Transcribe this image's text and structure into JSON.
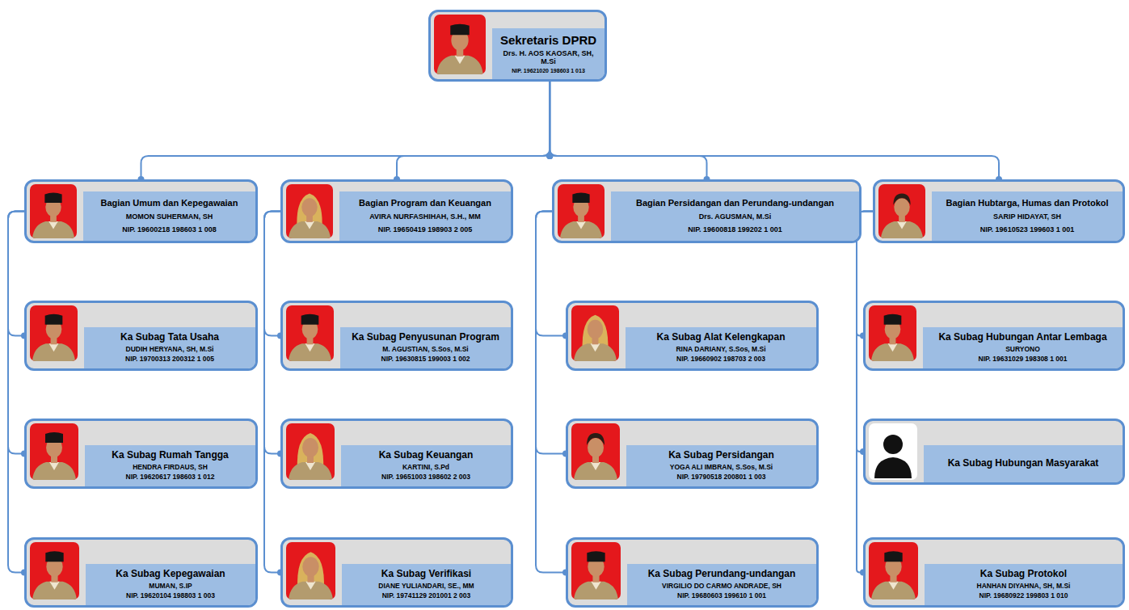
{
  "diagram": {
    "nodes": [
      {
        "text": [
          "Sekretaris DPRD",
          "Drs. H. AOS KAOSAR, SH, M.Si",
          "NIP. 19621020 198603 1 013"
        ]
      },
      {
        "text": [
          "Bagian Umum dan Kepegawaian",
          "MOMON SUHERMAN, SH",
          "NIP. 19600218 198603 1 008"
        ]
      },
      {
        "text": [
          "Bagian Program dan Keuangan",
          "AVIRA NURFASHIHAH, S.H., MM",
          "NIP. 19650419 198903 2 005"
        ]
      },
      {
        "text": [
          "Bagian Persidangan dan Perundang-undangan",
          "Drs. AGUSMAN, M.Si",
          "NIP. 19600818 199202 1 001"
        ]
      },
      {
        "text": [
          "Bagian Hubtarga, Humas dan Protokol",
          "SARIP HIDAYAT, SH",
          "NIP. 19610523 199603 1 001"
        ]
      },
      {
        "text": [
          "Ka Subag Tata Usaha",
          "DUDIH HERYANA, SH, M.Si",
          "NIP. 19700313 200312 1 005"
        ]
      },
      {
        "text": [
          "Ka Subag Penyusunan Program",
          "M. AGUSTIAN, S.Sos, M.Si",
          "NIP. 19630815 199003 1 002"
        ]
      },
      {
        "text": [
          "Ka Subag Alat Kelengkapan",
          "RINA DARIANY, S.Sos, M.Si",
          "NIP. 19660902 198703 2 003"
        ]
      },
      {
        "text": [
          "Ka Subag Hubungan Antar Lembaga",
          "SURYONO",
          "NIP. 19631029 198308 1 001"
        ]
      },
      {
        "text": [
          "Ka Subag Rumah Tangga",
          "HENDRA FIRDAUS, SH",
          "NIP. 19620617 198603 1 012"
        ]
      },
      {
        "text": [
          "Ka Subag Keuangan",
          "KARTINI, S.Pd",
          "NIP. 19651003 198602 2 003"
        ]
      },
      {
        "text": [
          "Ka Subag Persidangan",
          "YOGA ALI IMBRAN, S.Sos, M.Si",
          "NIP. 19790518 200801 1 003"
        ]
      },
      {
        "text": [
          "Ka Subag Hubungan Masyarakat"
        ]
      },
      {
        "text": [
          "Ka Subag Kepegawaian",
          "MUMAN, S.IP",
          "NIP. 19620104 198803 1 003"
        ]
      },
      {
        "text": [
          "Ka Subag Verifikasi",
          "DIANE YULIANDARI, SE., MM",
          "NIP. 19741129 201001 2 003"
        ]
      },
      {
        "text": [
          "Ka Subag Perundang-undangan",
          "VIRGILIO DO CARMO ANDRADE, SH",
          "NIP. 19680603 199610 1 001"
        ]
      },
      {
        "text": [
          "Ka Subag Protokol",
          "HANHAN DIYAHNA, SH, M.Si",
          "NIP. 19680922 199803 1 010"
        ]
      }
    ],
    "edges": [
      {
        "from": 0,
        "to": 1,
        "arrow": "none"
      },
      {
        "from": 0,
        "to": 2,
        "arrow": "none"
      },
      {
        "from": 0,
        "to": 3,
        "arrow": "none"
      },
      {
        "from": 0,
        "to": 4,
        "arrow": "none"
      },
      {
        "from": 1,
        "to": 5,
        "arrow": "none"
      },
      {
        "from": 1,
        "to": 9,
        "arrow": "none"
      },
      {
        "from": 1,
        "to": 13,
        "arrow": "none"
      },
      {
        "from": 2,
        "to": 6,
        "arrow": "none"
      },
      {
        "from": 2,
        "to": 10,
        "arrow": "none"
      },
      {
        "from": 2,
        "to": 14,
        "arrow": "none"
      },
      {
        "from": 3,
        "to": 7,
        "arrow": "none"
      },
      {
        "from": 3,
        "to": 11,
        "arrow": "none"
      },
      {
        "from": 3,
        "to": 15,
        "arrow": "none"
      },
      {
        "from": 4,
        "to": 8,
        "arrow": "none"
      },
      {
        "from": 4,
        "to": 12,
        "arrow": "none"
      },
      {
        "from": 4,
        "to": 16,
        "arrow": "none"
      }
    ]
  }
}
